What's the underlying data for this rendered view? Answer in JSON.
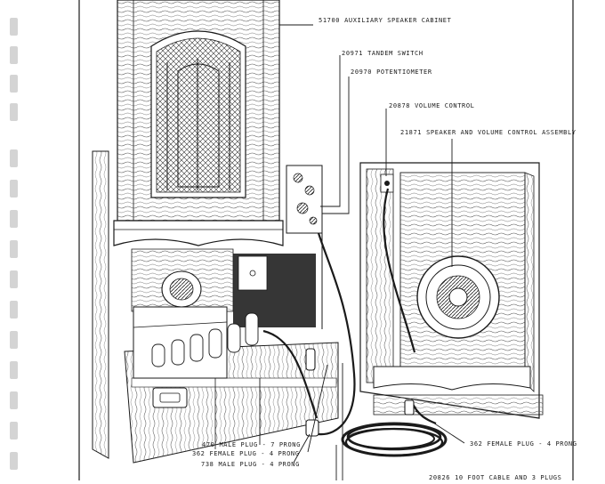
{
  "diagram": {
    "callouts": [
      {
        "id": "c1",
        "number": "51700",
        "label": "AUXILIARY SPEAKER CABINET"
      },
      {
        "id": "c2",
        "number": "20971",
        "label": "TANDEM SWITCH"
      },
      {
        "id": "c3",
        "number": "20970",
        "label": "POTENTIOMETER"
      },
      {
        "id": "c4",
        "number": "20878",
        "label": "VOLUME CONTROL"
      },
      {
        "id": "c5",
        "number": "21871",
        "label": "SPEAKER AND VOLUME CONTROL ASSEMBLY"
      },
      {
        "id": "c6",
        "number": "470",
        "label": "MALE PLUG - 7 PRONG"
      },
      {
        "id": "c7",
        "number": "362",
        "label": "FEMALE PLUG - 4 PRONG"
      },
      {
        "id": "c8",
        "number": "738",
        "label": "MALE PLUG - 4 PRONG"
      },
      {
        "id": "c9",
        "number": "362",
        "label": "FEMALE PLUG - 4 PRONG"
      },
      {
        "id": "c10",
        "number": "20826",
        "label": "10 FOOT CABLE AND 3 PLUGS"
      }
    ],
    "colors": {
      "ink": "#1a1a1a",
      "paper": "#ffffff",
      "binder_hole": "#d4d4d4"
    }
  }
}
